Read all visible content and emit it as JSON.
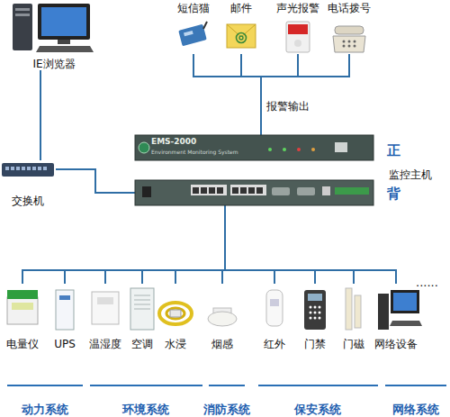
{
  "diagram": {
    "nodes": [
      {
        "text": [
          "IE浏览器"
        ]
      },
      {
        "text": [
          "交换机"
        ]
      },
      {
        "text": [
          "短信猫"
        ]
      },
      {
        "text": [
          "邮件"
        ]
      },
      {
        "text": [
          "声光报警"
        ]
      },
      {
        "text": [
          "电话拨号"
        ]
      },
      {
        "text": [
          "EMS-2000",
          "Environment Monitoring System",
          "正"
        ]
      },
      {
        "text": [
          "背"
        ]
      },
      {
        "text": [
          "电量仪"
        ]
      },
      {
        "text": [
          "UPS"
        ]
      },
      {
        "text": [
          "温湿度"
        ]
      },
      {
        "text": [
          "空调"
        ]
      },
      {
        "text": [
          "水浸"
        ]
      },
      {
        "text": [
          "烟感"
        ]
      },
      {
        "text": [
          "红外"
        ]
      },
      {
        "text": [
          "门禁"
        ]
      },
      {
        "text": [
          "门磁"
        ]
      },
      {
        "text": [
          "网络设备"
        ]
      }
    ],
    "edges": [
      {
        "from": 0,
        "to": 1,
        "arrow": "none"
      },
      {
        "from": 1,
        "to": 7,
        "arrow": "none"
      },
      {
        "from": 6,
        "to": 2,
        "arrow": "none"
      },
      {
        "from": 6,
        "to": 3,
        "arrow": "none"
      },
      {
        "from": 6,
        "to": 4,
        "arrow": "none"
      },
      {
        "from": 6,
        "to": 5,
        "arrow": "none"
      },
      {
        "from": 7,
        "to": 8,
        "arrow": "none"
      },
      {
        "from": 7,
        "to": 9,
        "arrow": "none"
      },
      {
        "from": 7,
        "to": 10,
        "arrow": "none"
      },
      {
        "from": 7,
        "to": 11,
        "arrow": "none"
      },
      {
        "from": 7,
        "to": 12,
        "arrow": "none"
      },
      {
        "from": 7,
        "to": 13,
        "arrow": "none"
      },
      {
        "from": 7,
        "to": 14,
        "arrow": "none"
      },
      {
        "from": 7,
        "to": 15,
        "arrow": "none"
      },
      {
        "from": 7,
        "to": 16,
        "arrow": "none"
      },
      {
        "from": 7,
        "to": 17,
        "arrow": "none"
      }
    ],
    "labels": [
      "报警输出",
      "监控主机",
      "......",
      "动力系统",
      "环境系统",
      "消防系统",
      "保安系统",
      "网络系统"
    ]
  }
}
